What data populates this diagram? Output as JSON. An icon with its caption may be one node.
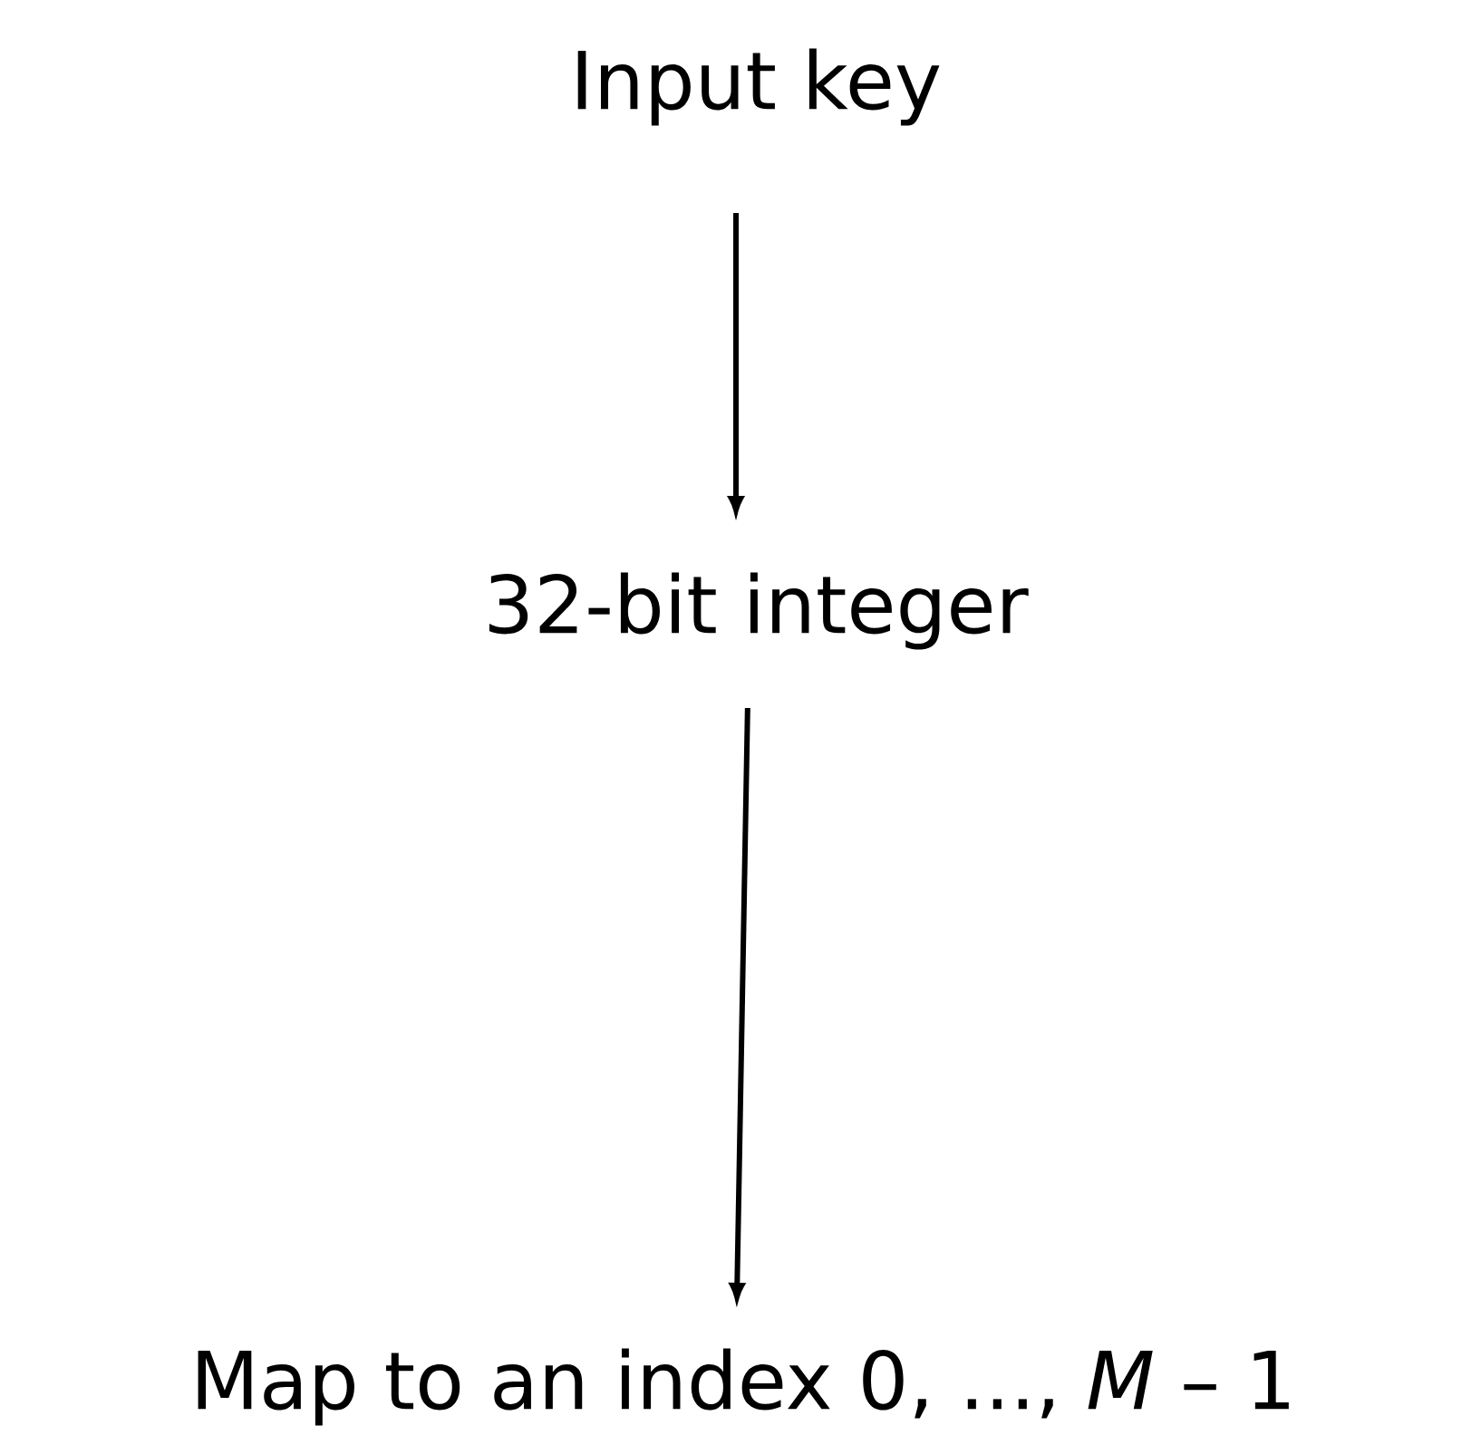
{
  "diagram": {
    "nodes": [
      {
        "text": [
          "Input key"
        ]
      },
      {
        "text": [
          "32-bit integer"
        ]
      },
      {
        "text": [
          "Map to an index 0, ..., *M* – 1"
        ]
      }
    ],
    "edges": [
      {
        "from": 0,
        "to": 1,
        "arrow": "to"
      },
      {
        "from": 1,
        "to": 2,
        "arrow": "to"
      }
    ]
  }
}
